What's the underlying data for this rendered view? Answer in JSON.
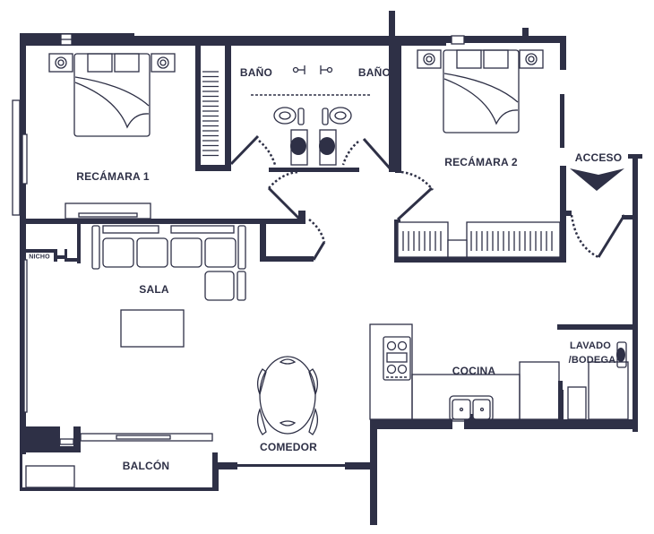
{
  "plan": {
    "colors": {
      "wall": "#2e3046",
      "background": "#ffffff"
    },
    "rooms": {
      "bedroom1": "RECÁMARA 1",
      "bath_left": "BAÑO",
      "bath_right": "BAÑO",
      "bedroom2": "RECÁMARA 2",
      "access": "ACCESO",
      "niche": "NICHO",
      "living": "SALA",
      "kitchen": "COCINA",
      "laundry_line1": "LAVADO",
      "laundry_line2": "/BODEGA",
      "dining": "COMEDOR",
      "balcony": "BALCÓN"
    },
    "icons": [
      "bed-icon",
      "nightstand-icon",
      "closet-icon",
      "toilet-icon",
      "sink-icon",
      "door-swing-icon",
      "entrance-arrow-icon",
      "sofa-icon",
      "coffee-table-icon",
      "dining-table-icon",
      "stove-icon",
      "double-sink-icon",
      "water-heater-icon"
    ]
  }
}
